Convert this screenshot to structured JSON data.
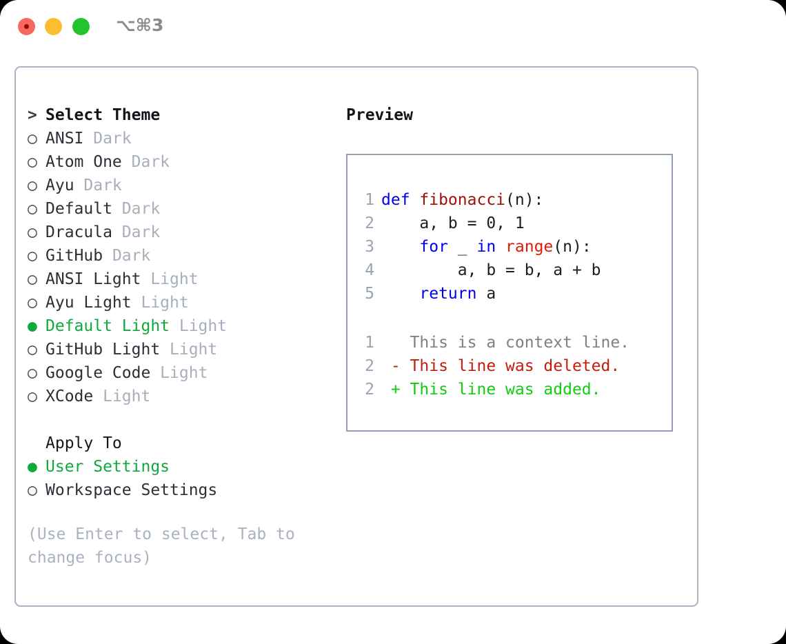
{
  "window": {
    "title": "⌥⌘3",
    "traffic_lights": [
      "close",
      "minimize",
      "maximize"
    ]
  },
  "theme_picker": {
    "header_marker": ">",
    "header_label": "Select Theme",
    "unselected_marker": "○",
    "selected_marker": "●",
    "accent_color": "#11a83c",
    "items": [
      {
        "name": "ANSI",
        "kind": "Dark",
        "selected": false
      },
      {
        "name": "Atom One",
        "kind": "Dark",
        "selected": false
      },
      {
        "name": "Ayu",
        "kind": "Dark",
        "selected": false
      },
      {
        "name": "Default",
        "kind": "Dark",
        "selected": false
      },
      {
        "name": "Dracula",
        "kind": "Dark",
        "selected": false
      },
      {
        "name": "GitHub",
        "kind": "Dark",
        "selected": false
      },
      {
        "name": "ANSI Light",
        "kind": "Light",
        "selected": false
      },
      {
        "name": "Ayu Light",
        "kind": "Light",
        "selected": false
      },
      {
        "name": "Default Light",
        "kind": "Light",
        "selected": true
      },
      {
        "name": "GitHub Light",
        "kind": "Light",
        "selected": false
      },
      {
        "name": "Google Code",
        "kind": "Light",
        "selected": false
      },
      {
        "name": "XCode",
        "kind": "Light",
        "selected": false
      }
    ]
  },
  "apply_to": {
    "heading": "Apply To",
    "items": [
      {
        "name": "User Settings",
        "selected": true
      },
      {
        "name": "Workspace Settings",
        "selected": false
      }
    ]
  },
  "hint": "(Use Enter to select, Tab to change focus)",
  "preview": {
    "title": "Preview",
    "code_lines": [
      {
        "no": "1",
        "tokens": [
          {
            "t": "def ",
            "c": "kw"
          },
          {
            "t": "fibonacci",
            "c": "fn"
          },
          {
            "t": "(n):",
            "c": "plain"
          }
        ]
      },
      {
        "no": "2",
        "tokens": [
          {
            "t": "    a, b = 0, 1",
            "c": "plain"
          }
        ]
      },
      {
        "no": "3",
        "tokens": [
          {
            "t": "    ",
            "c": "plain"
          },
          {
            "t": "for",
            "c": "kw"
          },
          {
            "t": " _ ",
            "c": "plain"
          },
          {
            "t": "in",
            "c": "kw"
          },
          {
            "t": " ",
            "c": "plain"
          },
          {
            "t": "range",
            "c": "bi"
          },
          {
            "t": "(n):",
            "c": "plain"
          }
        ]
      },
      {
        "no": "4",
        "tokens": [
          {
            "t": "        a, b = b, a + b",
            "c": "plain"
          }
        ]
      },
      {
        "no": "5",
        "tokens": [
          {
            "t": "    ",
            "c": "plain"
          },
          {
            "t": "return",
            "c": "kw"
          },
          {
            "t": " a",
            "c": "plain"
          }
        ]
      }
    ],
    "diff_lines": [
      {
        "no": "1",
        "sign": " ",
        "text": "This is a context line.",
        "kind": "ctx"
      },
      {
        "no": "2",
        "sign": "-",
        "text": "This line was deleted.",
        "kind": "del"
      },
      {
        "no": "2",
        "sign": "+",
        "text": "This line was added.",
        "kind": "add"
      }
    ]
  }
}
